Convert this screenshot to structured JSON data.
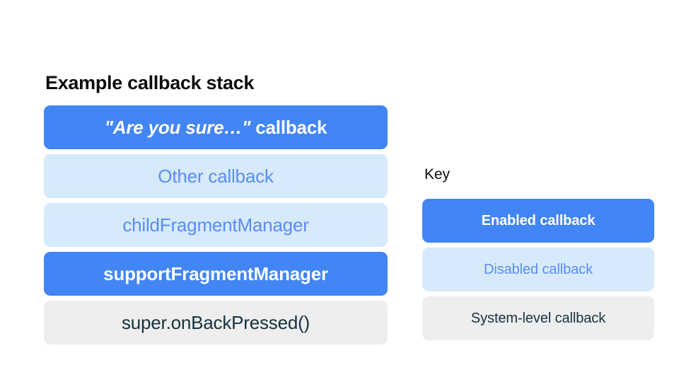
{
  "stack": {
    "title": "Example callback stack",
    "rows": [
      {
        "quoted": "\"Are you sure…\"",
        "suffix": " callback",
        "state": "enabled"
      },
      {
        "label": "Other callback",
        "state": "disabled"
      },
      {
        "label": "childFragmentManager",
        "state": "disabled"
      },
      {
        "label": "supportFragmentManager",
        "state": "enabled"
      },
      {
        "label": "super.onBackPressed()",
        "state": "system"
      }
    ]
  },
  "key": {
    "title": "Key",
    "rows": [
      {
        "label": "Enabled callback",
        "state": "enabled"
      },
      {
        "label": "Disabled callback",
        "state": "disabled"
      },
      {
        "label": "System-level callback",
        "state": "system"
      }
    ]
  },
  "colors": {
    "enabled_bg": "#4285f4",
    "enabled_text": "#ffffff",
    "disabled_bg": "#d6eafb",
    "disabled_text": "#5b8cf6",
    "system_bg": "#eeeeee",
    "system_text": "#16313f",
    "page_bg": "#ffffff",
    "heading_text": "#0d0d0d"
  }
}
